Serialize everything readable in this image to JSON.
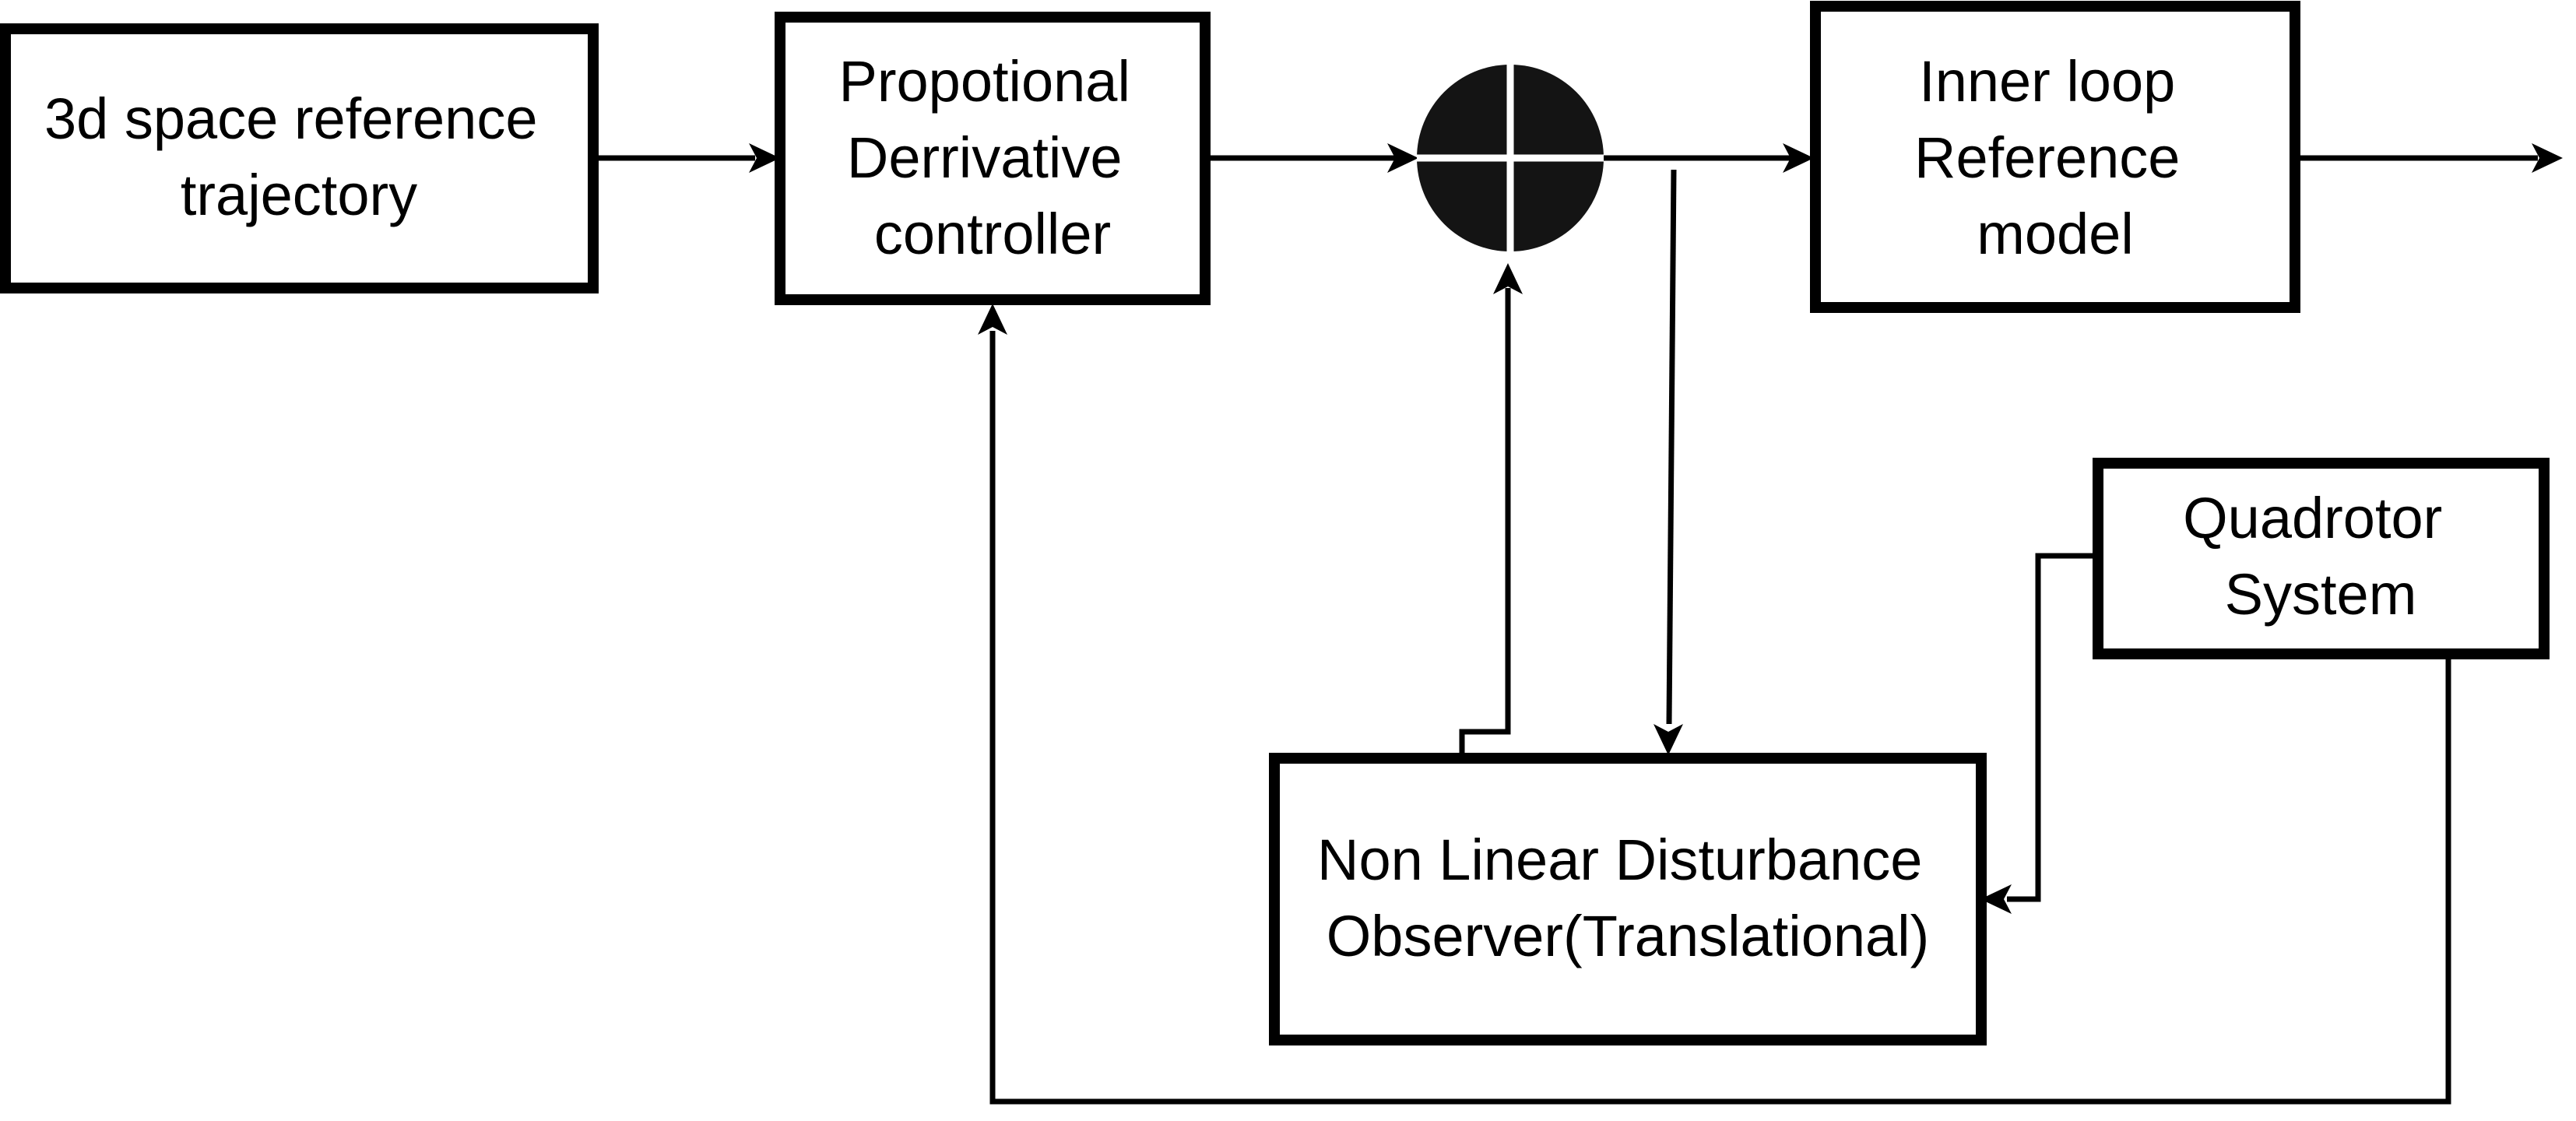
{
  "blocks": {
    "reference_trajectory": {
      "lines": [
        "3d space reference",
        "trajectory"
      ]
    },
    "pd_controller": {
      "lines": [
        "Propotional",
        "Derrivative",
        "controller"
      ]
    },
    "inner_loop_reference_model": {
      "lines": [
        "Inner loop",
        "Reference",
        "model"
      ]
    },
    "quadrotor_system": {
      "lines": [
        "Quadrotor",
        "System"
      ]
    },
    "disturbance_observer": {
      "lines": [
        "Non Linear Disturbance",
        "Observer(Translational)"
      ]
    }
  },
  "colors": {
    "stroke": "#000000",
    "summing_junction_fill": "#141414",
    "background": "#ffffff"
  }
}
